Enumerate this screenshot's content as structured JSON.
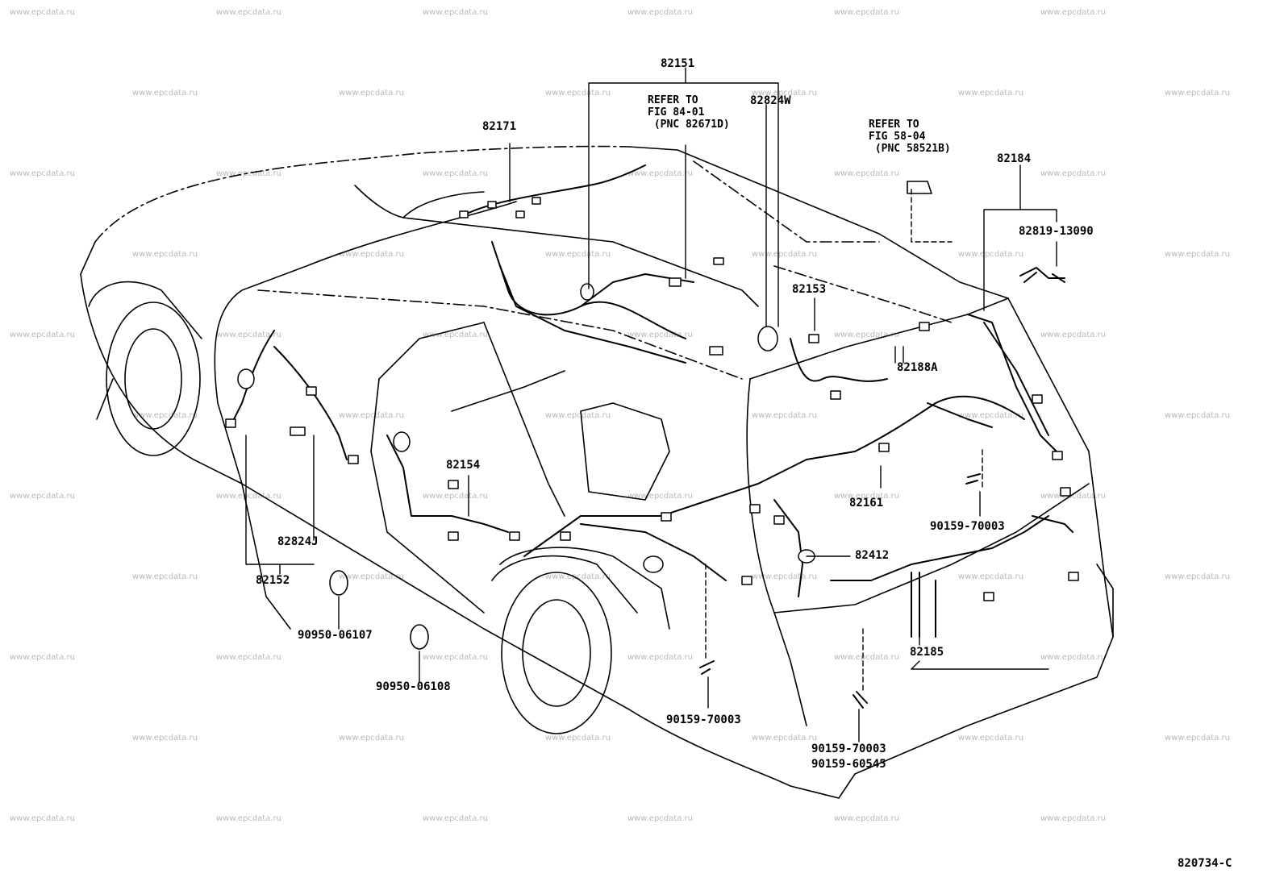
{
  "watermark": "www.epcdata.ru",
  "figure_code": "820734-C",
  "callouts": {
    "p82151": "82151",
    "p82171": "82171",
    "p82824w": "82824W",
    "refer1": "REFER TO\nFIG 84-01\n (PNC 82671D)",
    "refer2": "REFER TO\nFIG 58-04\n (PNC 58521B)",
    "p82184": "82184",
    "p82819": "82819-13090",
    "p82153": "82153",
    "p82188a": "82188A",
    "p82154": "82154",
    "p82161": "82161",
    "p90159_r": "90159-70003",
    "p82824j": "82824J",
    "p82152": "82152",
    "p82412": "82412",
    "p90950_06107": "90950-06107",
    "p90950_06108": "90950-06108",
    "p82185": "82185",
    "p90159_c": "90159-70003",
    "p90159_b1": "90159-70003",
    "p90159_b2": "90159-60545"
  }
}
